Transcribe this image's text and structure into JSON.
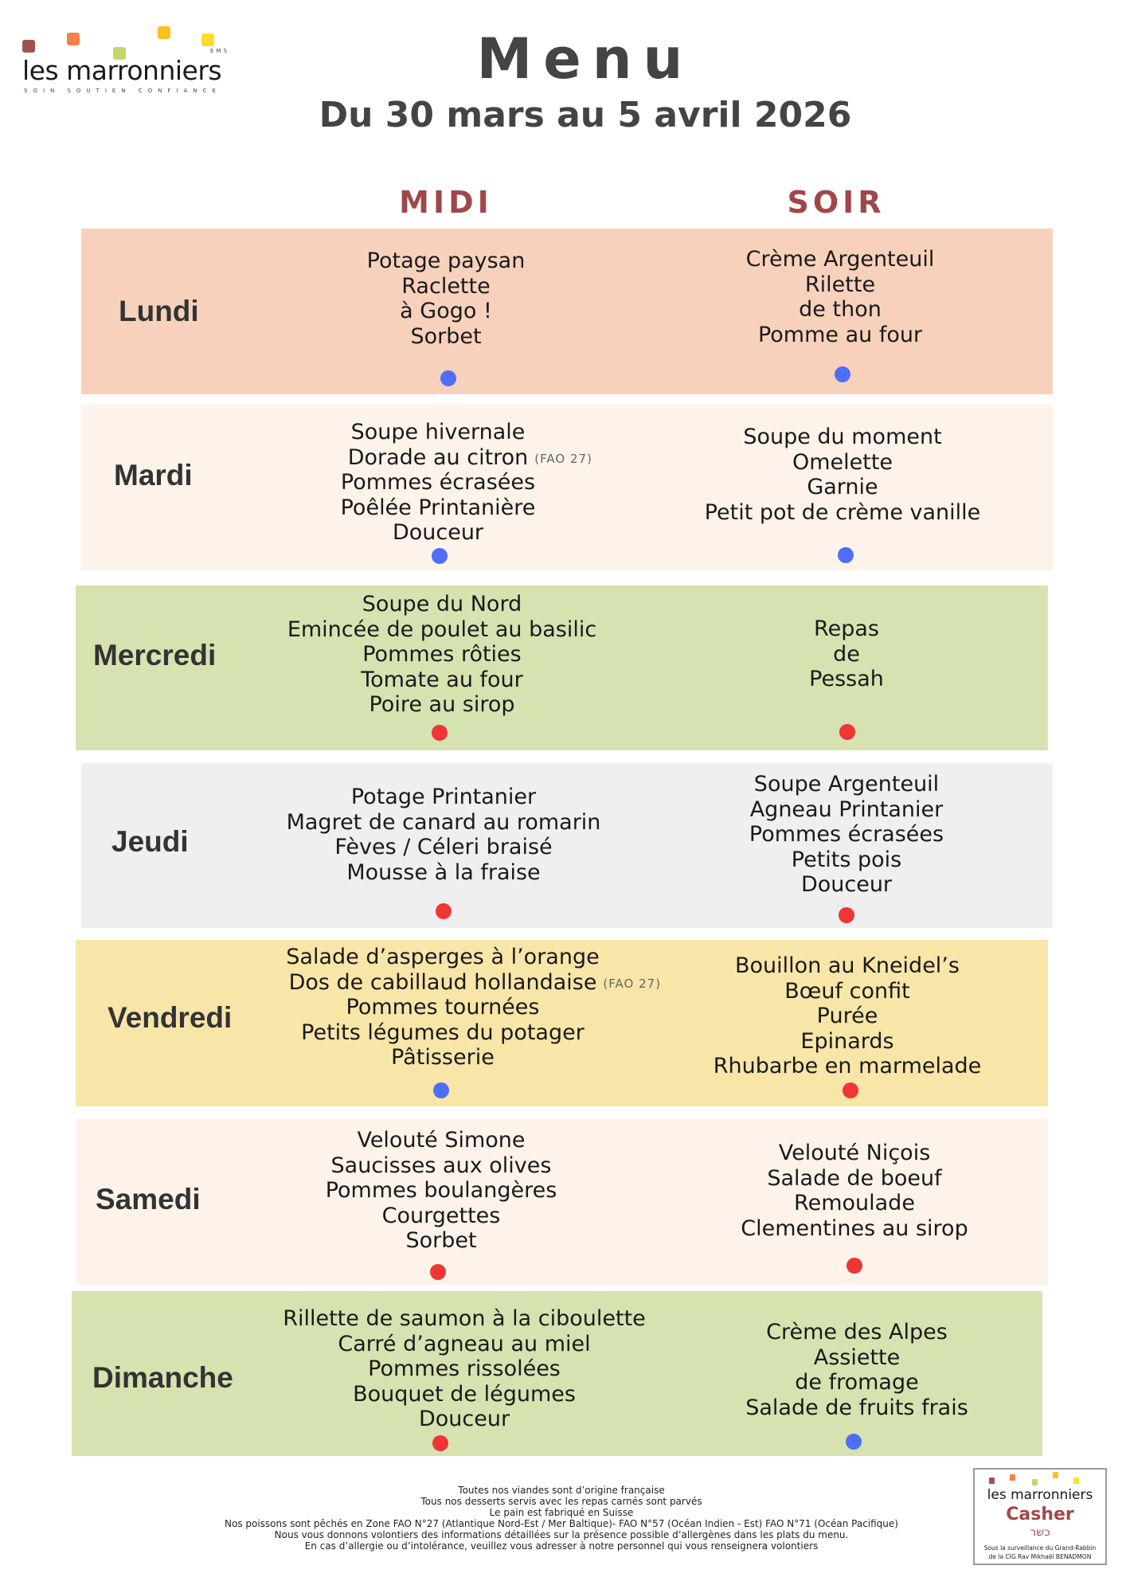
{
  "logo": {
    "name": "les marronniers",
    "ems": "EMS",
    "tagline": "SOIN SOUTIEN CONFIANCE"
  },
  "header": {
    "title": "Menu",
    "subtitle": "Du 30 mars au 5 avril 2026"
  },
  "columns": {
    "midi": "MIDI",
    "soir": "SOIR"
  },
  "colors": {
    "accent": "#a0474a",
    "dot_blue": "#4f6ef7",
    "dot_red": "#f03535"
  },
  "days": [
    {
      "name": "Lundi",
      "bg": "#f8d1bc",
      "midi": {
        "items": [
          "Potage paysan",
          "Raclette",
          "à Gogo !",
          "Sorbet"
        ],
        "dot": "blue"
      },
      "soir": {
        "items": [
          "Crème Argenteuil",
          "Rilette",
          "de thon",
          "Pomme au four"
        ],
        "dot": "blue"
      }
    },
    {
      "name": "Mardi",
      "bg": "#fdf3ea",
      "midi": {
        "items": [
          "Soupe hivernale",
          "Dorade au citron",
          "Pommes écrasées",
          "Poêlée Printanière",
          "Douceur"
        ],
        "notes": {
          "1": "(FAO  27)"
        },
        "dot": "blue"
      },
      "soir": {
        "items": [
          "Soupe du moment",
          "Omelette",
          "Garnie",
          "Petit pot de crème vanille"
        ],
        "dot": "blue"
      }
    },
    {
      "name": "Mercredi",
      "bg": "#d6e2b0",
      "midi": {
        "items": [
          "Soupe du Nord",
          "Emincée de poulet au basilic",
          "Pommes rôties",
          "Tomate au four",
          "Poire au sirop"
        ],
        "dot": "red"
      },
      "soir": {
        "items": [
          "Repas",
          "de",
          "Pessah"
        ],
        "dot": "red"
      }
    },
    {
      "name": "Jeudi",
      "bg": "#efefef",
      "midi": {
        "items": [
          "Potage Printanier",
          "Magret de canard au romarin",
          "Fèves / Céleri braisé",
          "Mousse à la fraise"
        ],
        "dot": "red"
      },
      "soir": {
        "items": [
          "Soupe Argenteuil",
          "Agneau Printanier",
          "Pommes écrasées",
          "Petits pois",
          "Douceur"
        ],
        "dot": "red"
      }
    },
    {
      "name": "Vendredi",
      "bg": "#f8e5a8",
      "midi": {
        "items": [
          "Salade d’asperges à l’orange",
          "Dos de cabillaud hollandaise",
          "Pommes tournées",
          "Petits légumes du potager",
          "Pâtisserie"
        ],
        "notes": {
          "1": "(FAO  27)"
        },
        "dot": "blue"
      },
      "soir": {
        "items": [
          "Bouillon au Kneidel’s",
          "Bœuf confit",
          "Purée",
          "Epinards",
          "Rhubarbe en marmelade"
        ],
        "dot": "red"
      }
    },
    {
      "name": "Samedi",
      "bg": "#fdf3ea",
      "midi": {
        "items": [
          "Velouté Simone",
          "Saucisses aux olives",
          "Pommes boulangères",
          "Courgettes",
          "Sorbet"
        ],
        "dot": "red"
      },
      "soir": {
        "items": [
          "Velouté Niçois",
          "Salade de boeuf",
          "Remoulade",
          "Clementines au sirop"
        ],
        "dot": "red"
      }
    },
    {
      "name": "Dimanche",
      "bg": "#d6e2b0",
      "midi": {
        "items": [
          "Rillette de saumon à la ciboulette",
          "Carré d’agneau au miel",
          "Pommes rissolées",
          "Bouquet de légumes",
          "Douceur"
        ],
        "dot": "red"
      },
      "soir": {
        "items": [
          "Crème des Alpes",
          "Assiette",
          "de fromage",
          "Salade de fruits frais"
        ],
        "dot": "blue"
      }
    }
  ],
  "footer": [
    "Toutes nos viandes sont d’origine française",
    "Tous nos desserts servis avec les repas carnés sont parvés",
    "Le pain est fabriqué en Suisse",
    "Nos poissons sont pêchés en Zone FAO N°27 (Atlantique Nord-Est / Mer Baltique)- FAO N°57 (Océan Indien - Est) FAO N°71 (Océan Pacifique)",
    "Nous vous donnons volontiers des informations détaillées sur la présence possible d’allergènes dans les plats du menu.",
    "En cas d’allergie ou d’intolérance, veuillez vous adresser à notre personnel qui vous renseignera volontiers"
  ],
  "casher_badge": {
    "brand": "les marronniers",
    "label": "Casher",
    "hebrew": "כשר",
    "supervision_1": "Sous la surveillance du Grand-Rabbin",
    "supervision_2": "de la CIG Rav Mikhaël BENADMON"
  }
}
